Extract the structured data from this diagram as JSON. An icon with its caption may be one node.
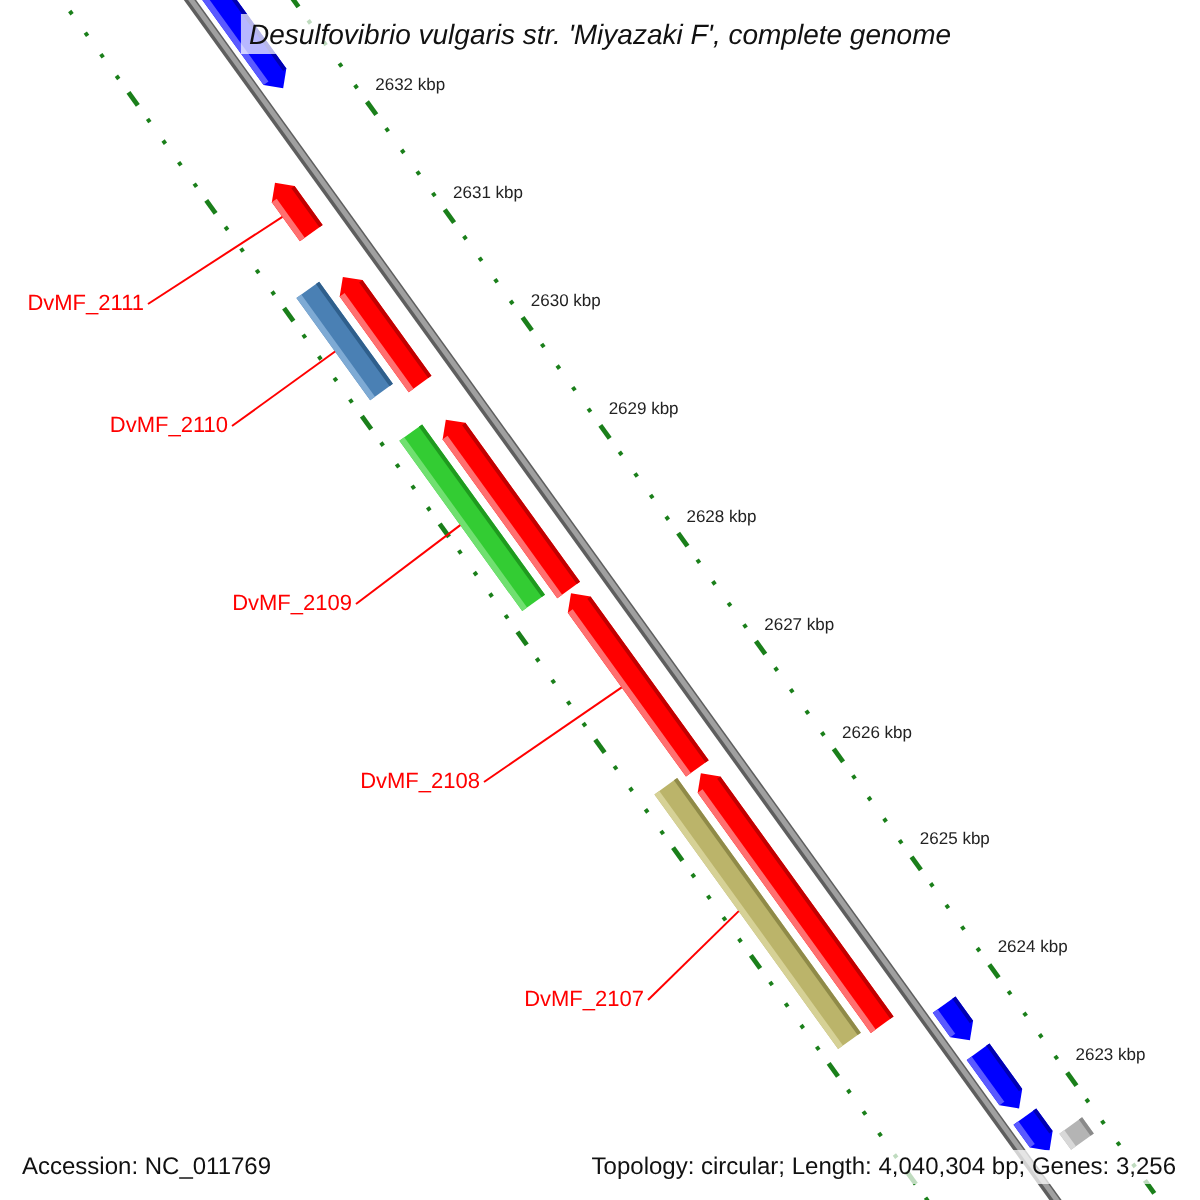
{
  "diagram": {
    "title": "Desulfovibrio vulgaris str. 'Miyazaki F', complete genome",
    "nodes": [
      {
        "text": [
          "DvMF_2111"
        ]
      },
      {
        "text": [
          "DvMF_2110"
        ]
      },
      {
        "text": [
          "DvMF_2109"
        ]
      },
      {
        "text": [
          "DvMF_2108"
        ]
      },
      {
        "text": [
          "DvMF_2107"
        ]
      },
      {
        "text": [],
        "shape": "arrow"
      },
      {
        "text": [],
        "shape": "arrow"
      },
      {
        "text": [],
        "shape": "bar"
      },
      {
        "text": [],
        "shape": "arrow"
      },
      {
        "text": [],
        "shape": "bar"
      },
      {
        "text": [],
        "shape": "arrow"
      },
      {
        "text": [],
        "shape": "arrow"
      },
      {
        "text": [],
        "shape": "bar"
      },
      {
        "text": [],
        "shape": "arrow"
      },
      {
        "text": [],
        "shape": "arrow"
      },
      {
        "text": [],
        "shape": "arrow"
      },
      {
        "text": [],
        "shape": "arrow"
      },
      {
        "text": [],
        "shape": "bar"
      }
    ],
    "edges": [
      {
        "from": 0,
        "to": 6,
        "arrow": "none"
      },
      {
        "from": 1,
        "to": 7,
        "arrow": "none"
      },
      {
        "from": 2,
        "to": 9,
        "arrow": "none"
      },
      {
        "from": 3,
        "to": 11,
        "arrow": "none"
      },
      {
        "from": 4,
        "to": 12,
        "arrow": "none"
      }
    ],
    "labels": [
      "2632 kbp",
      "2631 kbp",
      "2630 kbp",
      "2629 kbp",
      "2628 kbp",
      "2627 kbp",
      "2626 kbp",
      "2625 kbp",
      "2624 kbp",
      "2623 kbp",
      "Accession: NC_011769",
      "Topology: circular; Length: 4,040,304 bp; Genes: 3,256"
    ]
  }
}
